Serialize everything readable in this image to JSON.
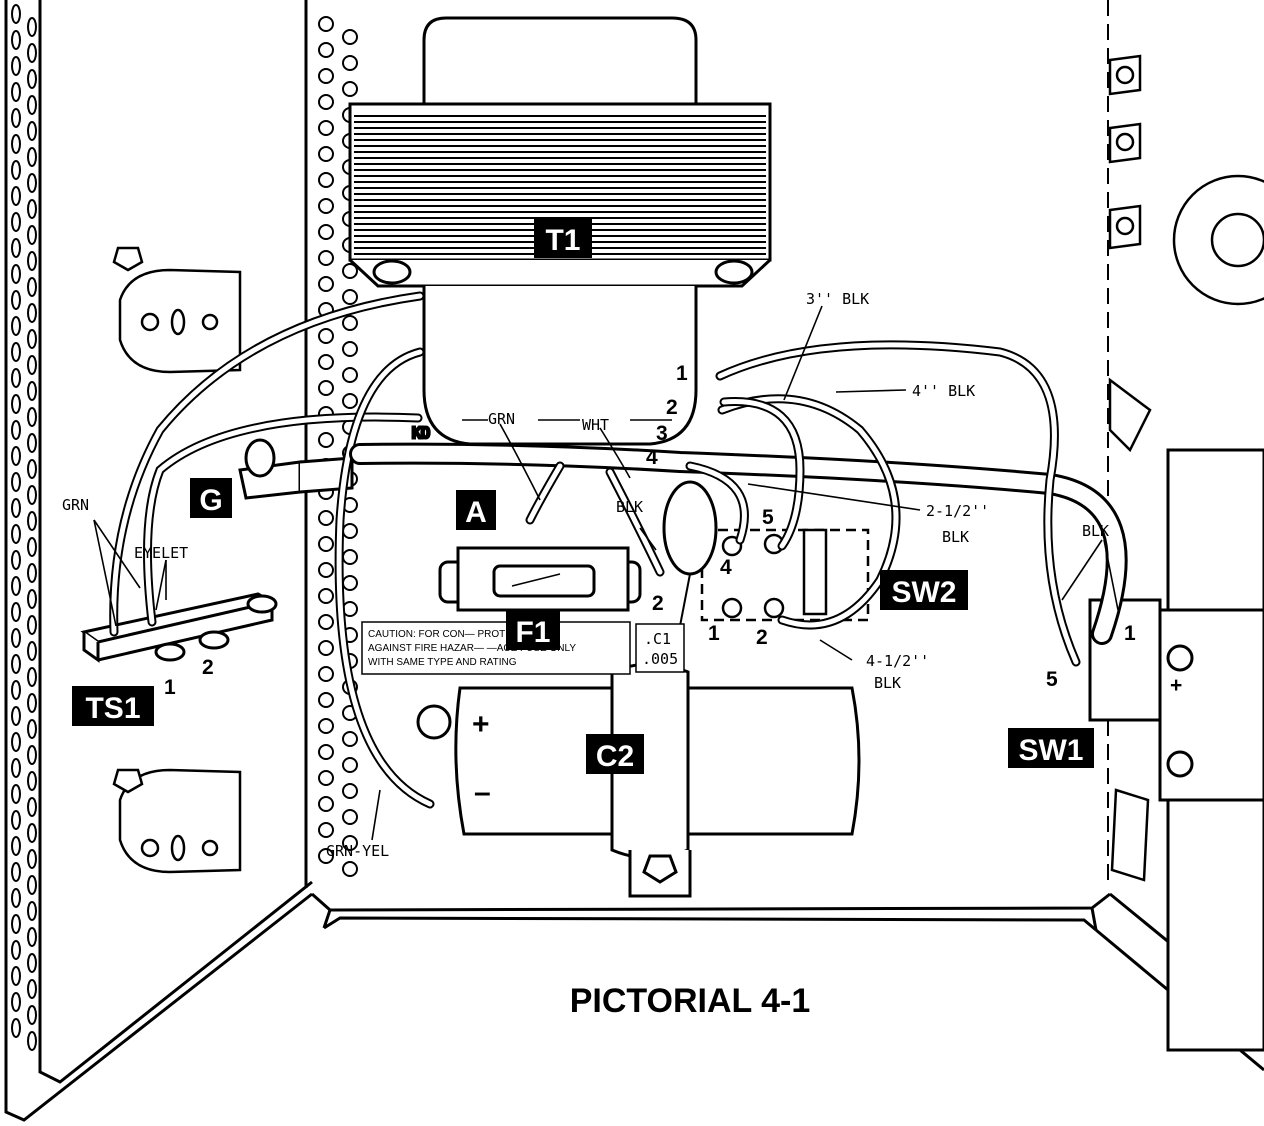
{
  "title": "PICTORIAL 4-1",
  "components": {
    "t1": "T1",
    "g": "G",
    "a": "A",
    "f1": "F1",
    "c2": "C2",
    "ts1": "TS1",
    "sw1": "SW1",
    "sw2": "SW2"
  },
  "wire_labels": {
    "grn_top": "GRN",
    "wht": "WHT",
    "blk_3in": "3'' BLK",
    "blk_4in": "4'' BLK",
    "blk_2_5in_a": "2-1/2''",
    "blk_2_5in_b": "BLK",
    "blk_near_a": "BLK",
    "blk_4_5in_a": "4-1/2''",
    "blk_4_5in_b": "BLK",
    "blk_sw1": "BLK",
    "grn_left": "GRN",
    "eyelet": "EYELET",
    "grn_yel": "GRN-YEL"
  },
  "capacitor_c1": {
    "name": ".C1",
    "value": ".005"
  },
  "caution": {
    "line1": "CAUTION: FOR CON— PROTECTION",
    "line2": "AGAINST FIRE HAZAR— —ACE FUSE ONLY",
    "line3": "WITH SAME TYPE AND RATING"
  },
  "terminal_numbers": {
    "t1_1": "1",
    "t1_2": "2",
    "t1_3": "3",
    "t1_4": "4",
    "f1_2": "2",
    "sw2_1": "1",
    "sw2_2": "2",
    "sw2_4": "4",
    "sw2_5": "5",
    "ts1_1": "1",
    "ts1_2": "2",
    "sw1_1": "1",
    "sw1_5": "5"
  },
  "polarity": {
    "c2_plus": "+",
    "c2_minus": "–",
    "sw1_plus": "+"
  }
}
